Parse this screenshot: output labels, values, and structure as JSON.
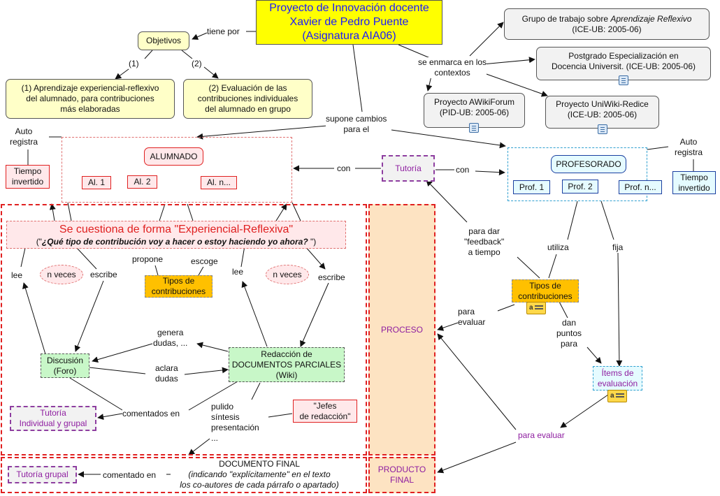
{
  "title": {
    "line1": "Proyecto de Innovación docente",
    "line2": "Xavier de Pedro Puente",
    "line3": "(Asignatura AIA06)"
  },
  "objetivos": {
    "label": "Objetivos",
    "link": "tiene por",
    "num1": "(1)",
    "num2": "(2)",
    "obj1_line1": "(1) Aprendizaje experiencial-reflexivo",
    "obj1_line2": "del alumnado, para contribuciones",
    "obj1_line3": "más elaboradas",
    "obj2_line1": "(2) Evaluación de las",
    "obj2_line2": "contribuciones individuales",
    "obj2_line3": "del alumnado en grupo"
  },
  "contexts": {
    "link_line1": "se enmarca en los",
    "link_line2": "contextos",
    "grupo_line1_prefix": "Grupo de trabajo sobre ",
    "grupo_line1_em": "Aprendizaje Reflexivo",
    "grupo_line2": "(ICE-UB: 2005-06)",
    "postgrado_line1": "Postgrado Especialización en",
    "postgrado_line2": "Docencia Universit. (ICE-UB: 2005-06)",
    "awiki_line1": "Proyecto AWikiForum",
    "awiki_line2": "(PID-UB: 2005-06)",
    "uniwiki_line1": "Proyecto UniWiki-Redice",
    "uniwiki_line2": "(ICE-UB: 2005-06)"
  },
  "cambios": {
    "line1": "supone cambios",
    "line2": "para el"
  },
  "alumnado": {
    "label": "ALUMNADO",
    "al1": "Al. 1",
    "al2": "Al. 2",
    "aln": "Al. n...",
    "autoregistra_line1": "Auto",
    "autoregistra_line2": "registra",
    "tiempo_line1": "Tiempo",
    "tiempo_line2": "invertido"
  },
  "tutoria": {
    "label": "Tutoría",
    "con_left": "con",
    "con_right": "con"
  },
  "profesorado": {
    "label": "PROFESORADO",
    "prof1": "Prof. 1",
    "prof2": "Prof. 2",
    "profn": "Prof. n...",
    "autoregistra_line1": "Auto",
    "autoregistra_line2": "registra",
    "tiempo_line1": "Tiempo",
    "tiempo_line2": "invertido"
  },
  "cuestiona": {
    "main": "Se cuestiona de forma \"Experiencial-Reflexiva\"",
    "sub_open": "(\"",
    "sub_em": "¿Qué tipo de contribución voy a hacer o estoy haciendo yo ahora?",
    "sub_close": " \")"
  },
  "process": {
    "lee_left": "lee",
    "nveces_left": "n veces",
    "escribe_left": "escribe",
    "propone": "propone",
    "escoge": "escoge",
    "tipos_line1": "Tipos de",
    "tipos_line2": "contribuciones",
    "lee_right": "lee",
    "nveces_right": "n veces",
    "escribe_right": "escribe",
    "discusion_line1": "Discusión",
    "discusion_line2": "(Foro)",
    "genera_line1": "genera",
    "genera_line2": "dudas, ...",
    "aclara_line1": "aclara",
    "aclara_line2": "dudas",
    "redaccion_line1": "Redacción de",
    "redaccion_line2": "DOCUMENTOS PARCIALES",
    "redaccion_line3": "(Wiki)",
    "tutoria_ind_line1": "Tutoría",
    "tutoria_ind_line2": "Individual y grupal",
    "comentados": "comentados en",
    "pulido_line1": "pulido",
    "pulido_line2": "síntesis",
    "pulido_line3": "presentación",
    "pulido_line4": "...",
    "jefes_line1": "\"Jefes",
    "jefes_line2": "de redacción\""
  },
  "final": {
    "doc_title": "DOCUMENTO FINAL",
    "doc_sub1": "(indicando \"explícitamente\" en el texto",
    "doc_sub2": "los co-autores de cada párrafo o apartado)",
    "comentado": "comentado en",
    "tutoria_grupal": "Tutoría grupal"
  },
  "sidebar": {
    "proceso": "PROCESO",
    "producto_line1": "PRODUCTO",
    "producto_line2": "FINAL"
  },
  "right": {
    "feedback_line1": "para dar",
    "feedback_line2": "\"feedback\"",
    "feedback_line3": "a tiempo",
    "utiliza": "utiliza",
    "fija": "fija",
    "tipos_line1": "Tipos de",
    "tipos_line2": "contribuciones",
    "para_evaluar_line1": "para",
    "para_evaluar_line2": "evaluar",
    "dan_line1": "dan",
    "dan_line2": "puntos",
    "dan_line3": "para",
    "items_line1": "Ítems de",
    "items_line2": "evaluación",
    "para_evaluar_bottom": "para evaluar"
  },
  "colors": {
    "title_bg": "#ffff00",
    "title_text": "#1a1aff",
    "objective_bg": "#ffffc8",
    "context_bg": "#f2f2f2",
    "pink_bg": "#ffe8ea",
    "red_border": "#e02020",
    "green_bg": "#c8f7c8",
    "tutoria_text": "#8e1ea0",
    "purple_border": "#8e3ea0",
    "cyan_bg": "#e5fbff",
    "orange_bg": "#ffc000",
    "peach_bg": "#fde3c2"
  }
}
